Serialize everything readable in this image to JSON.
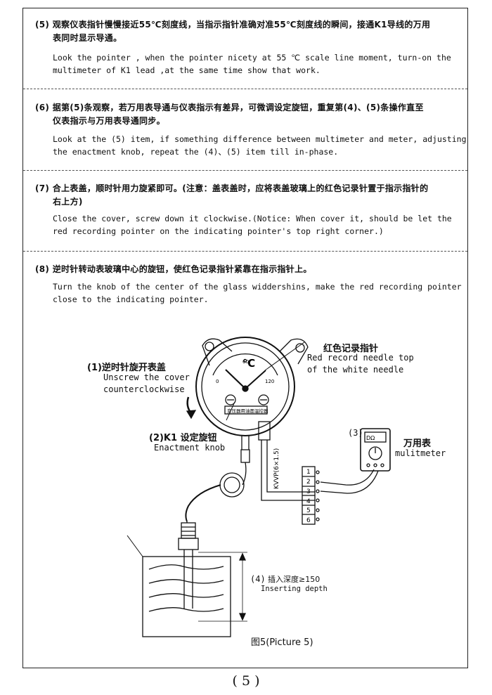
{
  "page_number": "( 5 )",
  "steps": [
    {
      "zh_line1": "(5)  观察仪表指针慢慢接近55℃刻度线，当指示指针准确对准55℃刻度线的瞬间，接通K1导线的万用",
      "zh_line2": "表同时显示导通。",
      "en_line1": "Look the pointer , when the pointer nicety at 55 ℃ scale line moment, turn-on the",
      "en_line2": "multimeter of K1 lead ,at the same time show that work."
    },
    {
      "zh_line1": "(6)  据第(5)条观察，若万用表导通与仪表指示有差异，可微调设定旋钮，重复第(4)、(5)条操作直至",
      "zh_line2": "仪表指示与万用表导通同步。",
      "en_line1": "Look at the (5) item, if something difference between multimeter and meter, adjusting",
      "en_line2": "the enactment knob, repeat the (4)、(5) item till in-phase."
    },
    {
      "zh_line1": "(7)  合上表盖，顺时针用力旋紧即可。(注意：盖表盖时，应将表盖玻璃上的红色记录针置于指示指针的",
      "zh_line2": "右上方)",
      "en_line1": "Close the cover, screw down it clockwise.(Notice: When cover it, should be let the",
      "en_line2": "red recording pointer on the indicating pointer's top right corner.)"
    },
    {
      "zh_line1": "(8)  逆时针转动表玻璃中心的旋钮，使红色记录指针紧靠在指示指针上。",
      "en_line1": "Turn the knob of the center of the glass widdershins, make the red recording pointer",
      "en_line2": "close to the indicating pointer."
    }
  ],
  "figure": {
    "label_1_zh": "(1)逆时针旋开表盖",
    "label_1_en_a": "Unscrew the cover",
    "label_1_en_b": "counterclockwise",
    "label_2_zh": "(2)K1 设定旋钮",
    "label_2_en": "Enactment knob",
    "red_needle_zh": "红色记录指针",
    "red_needle_en_a": "Red record needle top",
    "red_needle_en_b": "of the white needle",
    "label_3": "(3)",
    "multimeter_zh": "万用表",
    "multimeter_en": "mulitmeter",
    "label_4": "(4)",
    "depth_zh": "插入深度≥150",
    "depth_en": "Inserting depth",
    "caption": "图5(Picture 5)",
    "dial_unit": "℃",
    "dial_ticks": [
      "0",
      "60",
      "120"
    ],
    "dial_name": "变压器用油面温控器",
    "cable_label": "KVVP(6×1.5)",
    "terminals": [
      "1",
      "2",
      "3",
      "4",
      "5",
      "6"
    ],
    "meter_display": "DΩ"
  },
  "colors": {
    "ink": "#111111",
    "dashed_rule": "#555555"
  }
}
